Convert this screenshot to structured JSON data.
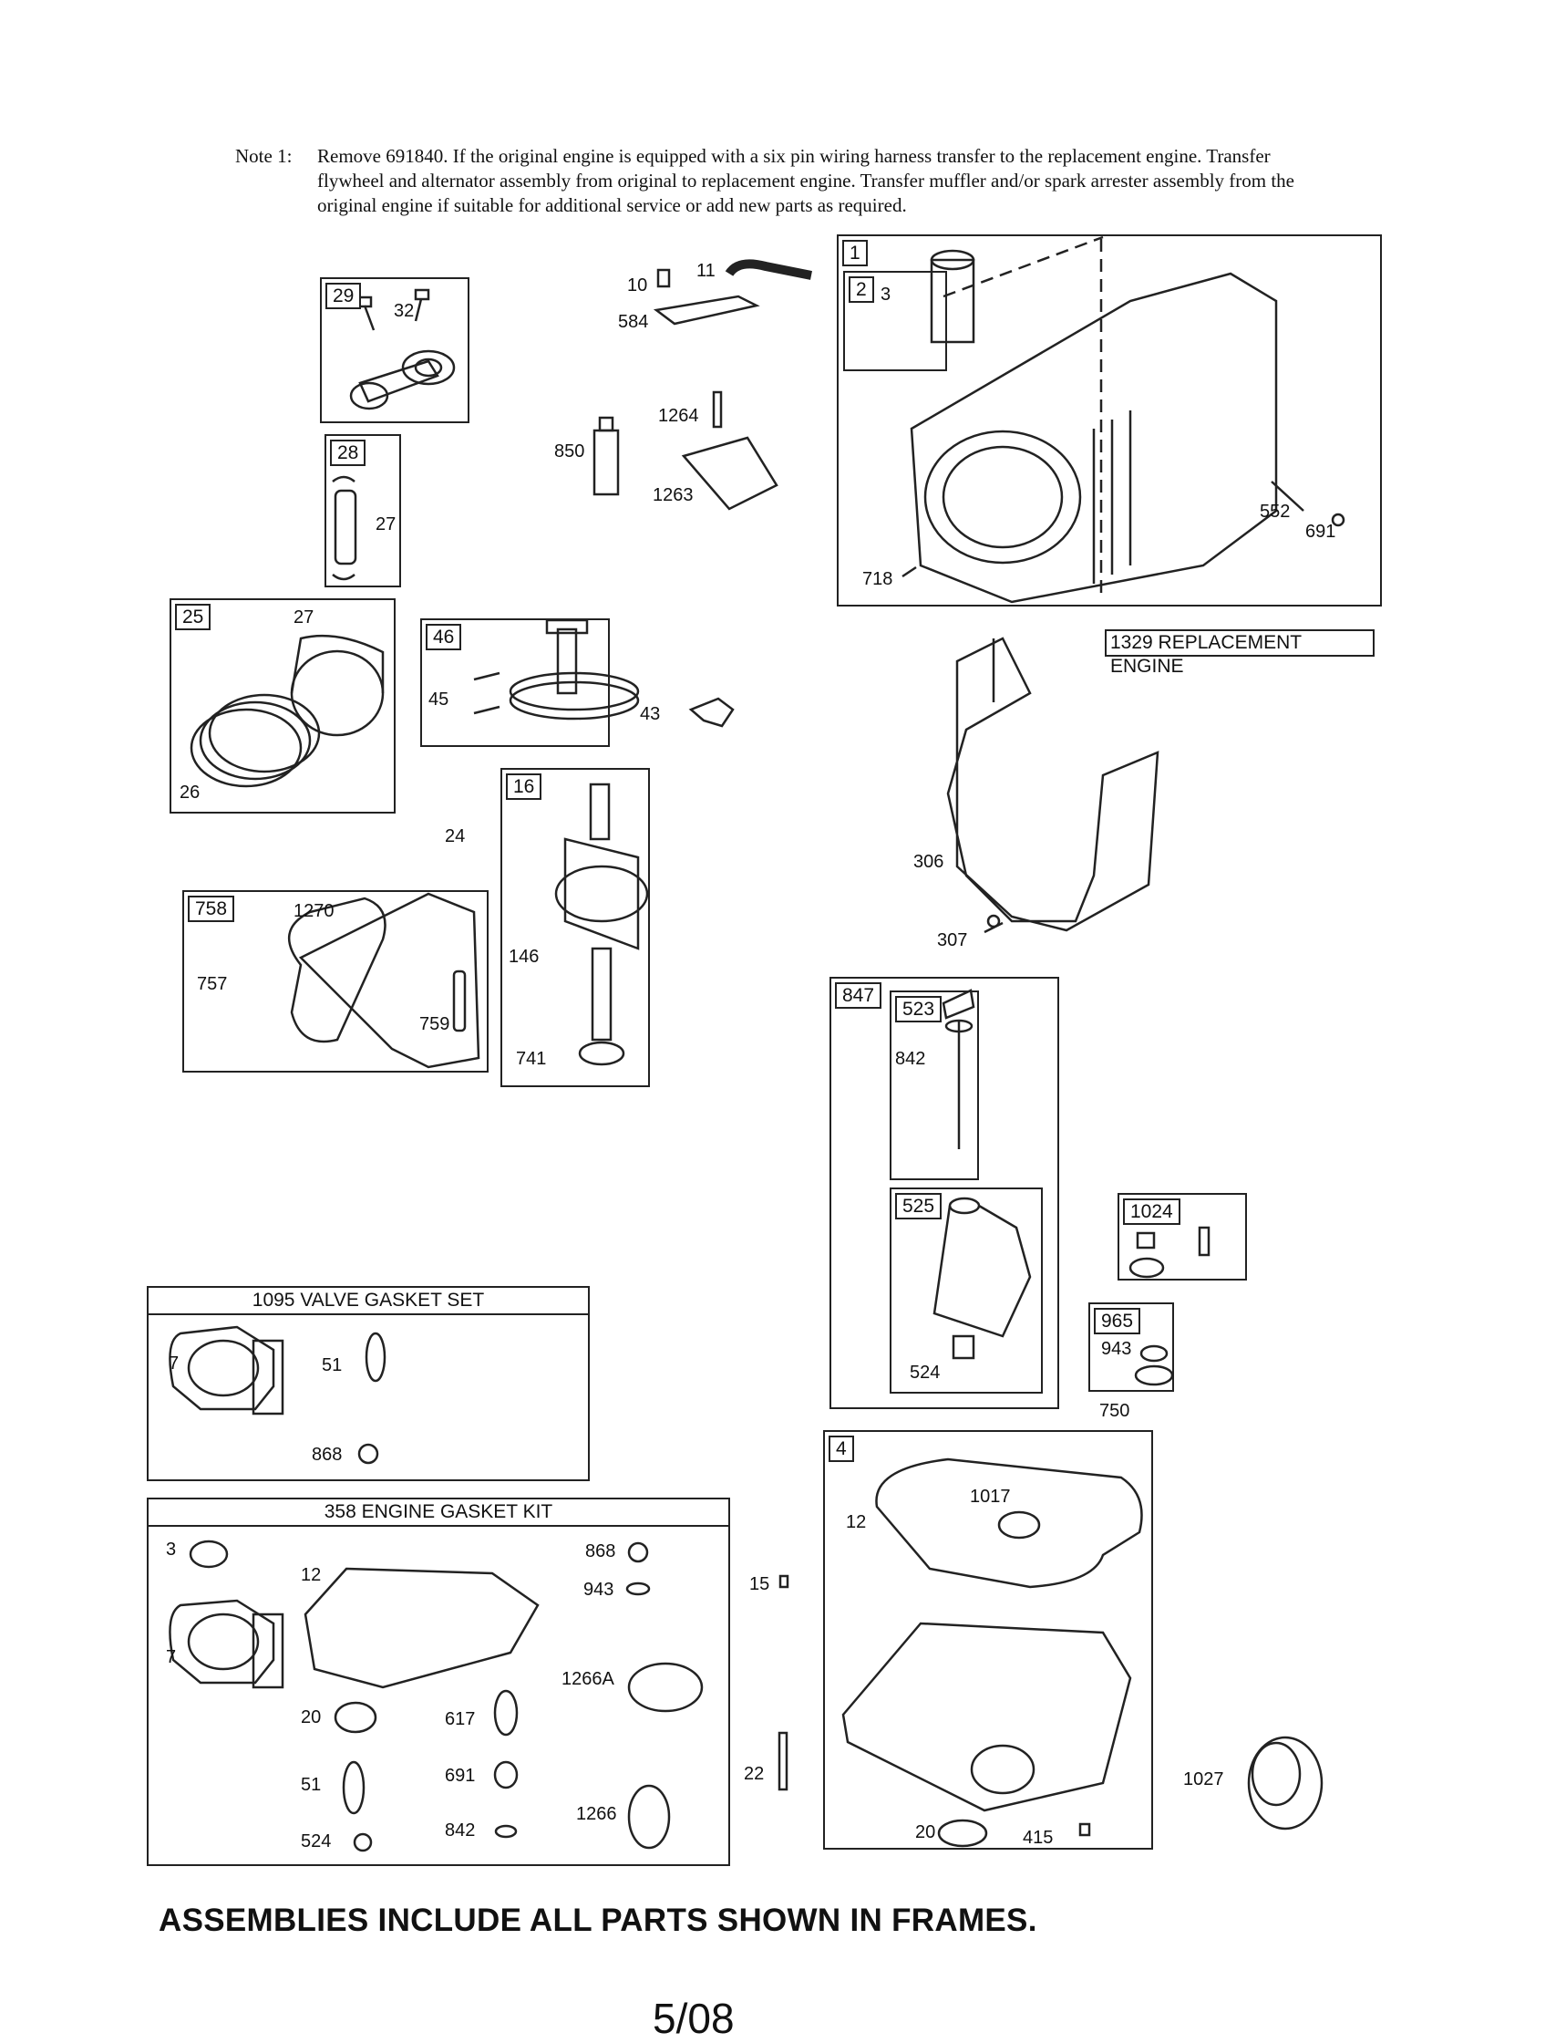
{
  "note": {
    "label": "Note 1:",
    "text": "Remove 691840. If the original engine is equipped with a six pin wiring harness transfer to the replacement engine. Transfer flywheel and alternator assembly from original to replacement engine. Transfer muffler and/or spark arrester assembly from the original engine if suitable for additional service or add new parts as required."
  },
  "frames": {
    "f29": "29",
    "f28": "28",
    "f25": "25",
    "f46": "46",
    "f16": "16",
    "f758": "758",
    "f1": "1",
    "f2": "2",
    "f847": "847",
    "f523": "523",
    "f525": "525",
    "f1024": "1024",
    "f965": "965",
    "f4": "4"
  },
  "titled": {
    "valve_gasket": "1095 VALVE GASKET SET",
    "engine_gasket": "358 ENGINE GASKET KIT",
    "replacement": "1329 REPLACEMENT ENGINE"
  },
  "parts": {
    "p32": "32",
    "p27a": "27",
    "p27b": "27",
    "p26": "26",
    "p10": "10",
    "p11": "11",
    "p584": "584",
    "p1264": "1264",
    "p850": "850",
    "p1263": "1263",
    "p3a": "3",
    "p552": "552",
    "p691a": "691",
    "p718": "718",
    "p45": "45",
    "p43": "43",
    "p24": "24",
    "p146": "146",
    "p741": "741",
    "p1270": "1270",
    "p757": "757",
    "p759": "759",
    "p306": "306",
    "p307": "307",
    "p842a": "842",
    "p524a": "524",
    "p943a": "943",
    "p750": "750",
    "p7a": "7",
    "p51a": "51",
    "p868a": "868",
    "p3b": "3",
    "p12a": "12",
    "p7b": "7",
    "p868b": "868",
    "p943b": "943",
    "p1266a": "1266A",
    "p20a": "20",
    "p617": "617",
    "p51b": "51",
    "p691b": "691",
    "p524b": "524",
    "p842b": "842",
    "p1266": "1266",
    "p15": "15",
    "p22": "22",
    "p12b": "12",
    "p1017": "1017",
    "p20b": "20",
    "p415": "415",
    "p1027": "1027"
  },
  "footer": "ASSEMBLIES INCLUDE ALL PARTS SHOWN IN FRAMES.",
  "page_number": "5/08"
}
